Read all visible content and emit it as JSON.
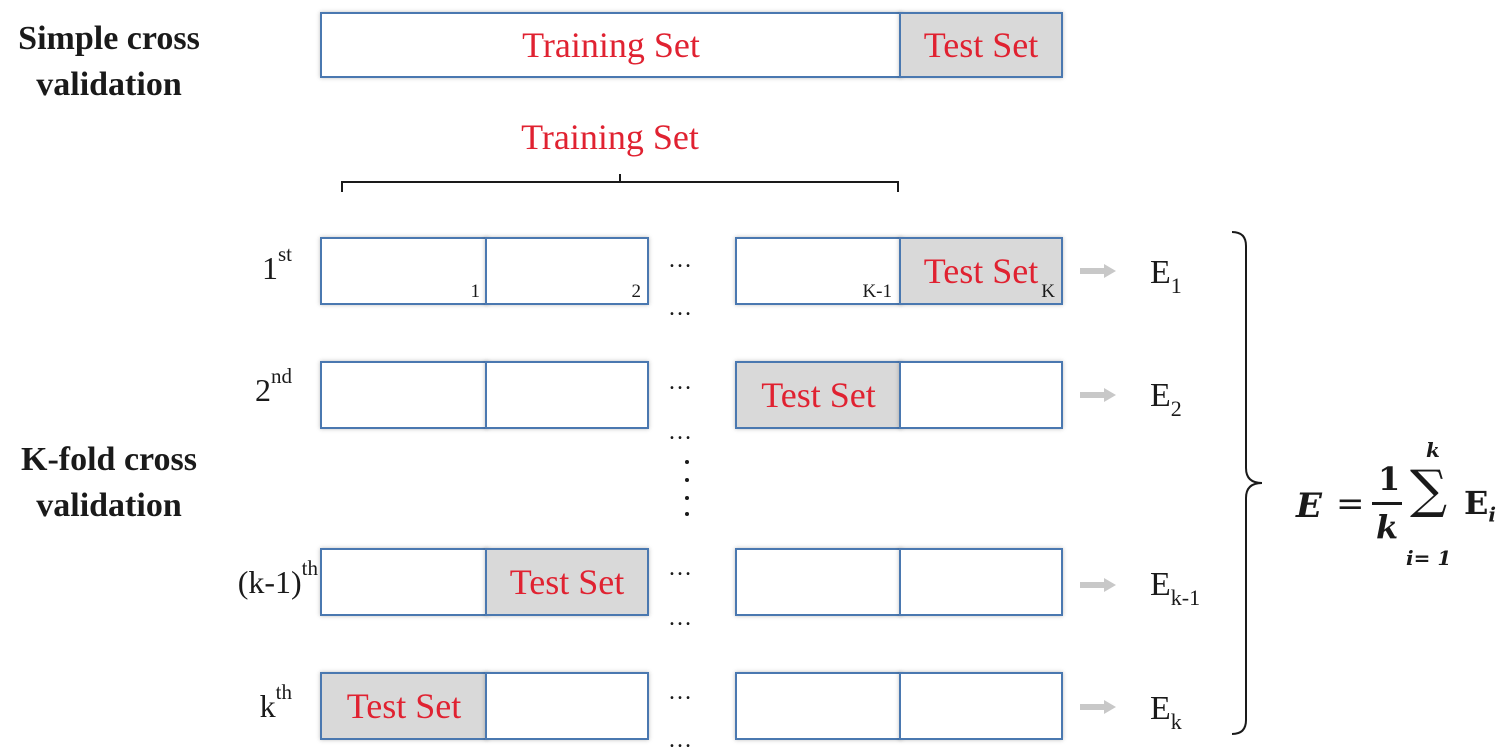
{
  "simple": {
    "title_line1": "Simple cross",
    "title_line2": "validation",
    "training_label": "Training Set",
    "test_label": "Test Set"
  },
  "kfold": {
    "title_line1": "K-fold cross",
    "title_line2": "validation",
    "brace_label": "Training Set",
    "test_label": "Test Set",
    "ellipsis": "…",
    "vdots": "⋮",
    "rows": [
      {
        "ord": "1",
        "sup": "st",
        "err": "E",
        "sub": "1"
      },
      {
        "ord": "2",
        "sup": "nd",
        "err": "E",
        "sub": "2"
      },
      {
        "ord": "(k-1)",
        "sup": "th",
        "err": "E",
        "sub": "k-1"
      },
      {
        "ord": "k",
        "sup": "th",
        "err": "E",
        "sub": "k"
      }
    ],
    "fold_indices": [
      "1",
      "2",
      "K-1",
      "K"
    ]
  },
  "formula": {
    "lhs": "E",
    "equals": "=",
    "num": "1",
    "den": "k",
    "sigma": "∑",
    "upper": "k",
    "lower": "i= 1",
    "term": "E",
    "term_sub": "i"
  },
  "colors": {
    "label_red": "#e02231",
    "box_border": "#4a78b0",
    "test_fill": "#d9d9d9",
    "arrow": "#c8c8c8"
  }
}
